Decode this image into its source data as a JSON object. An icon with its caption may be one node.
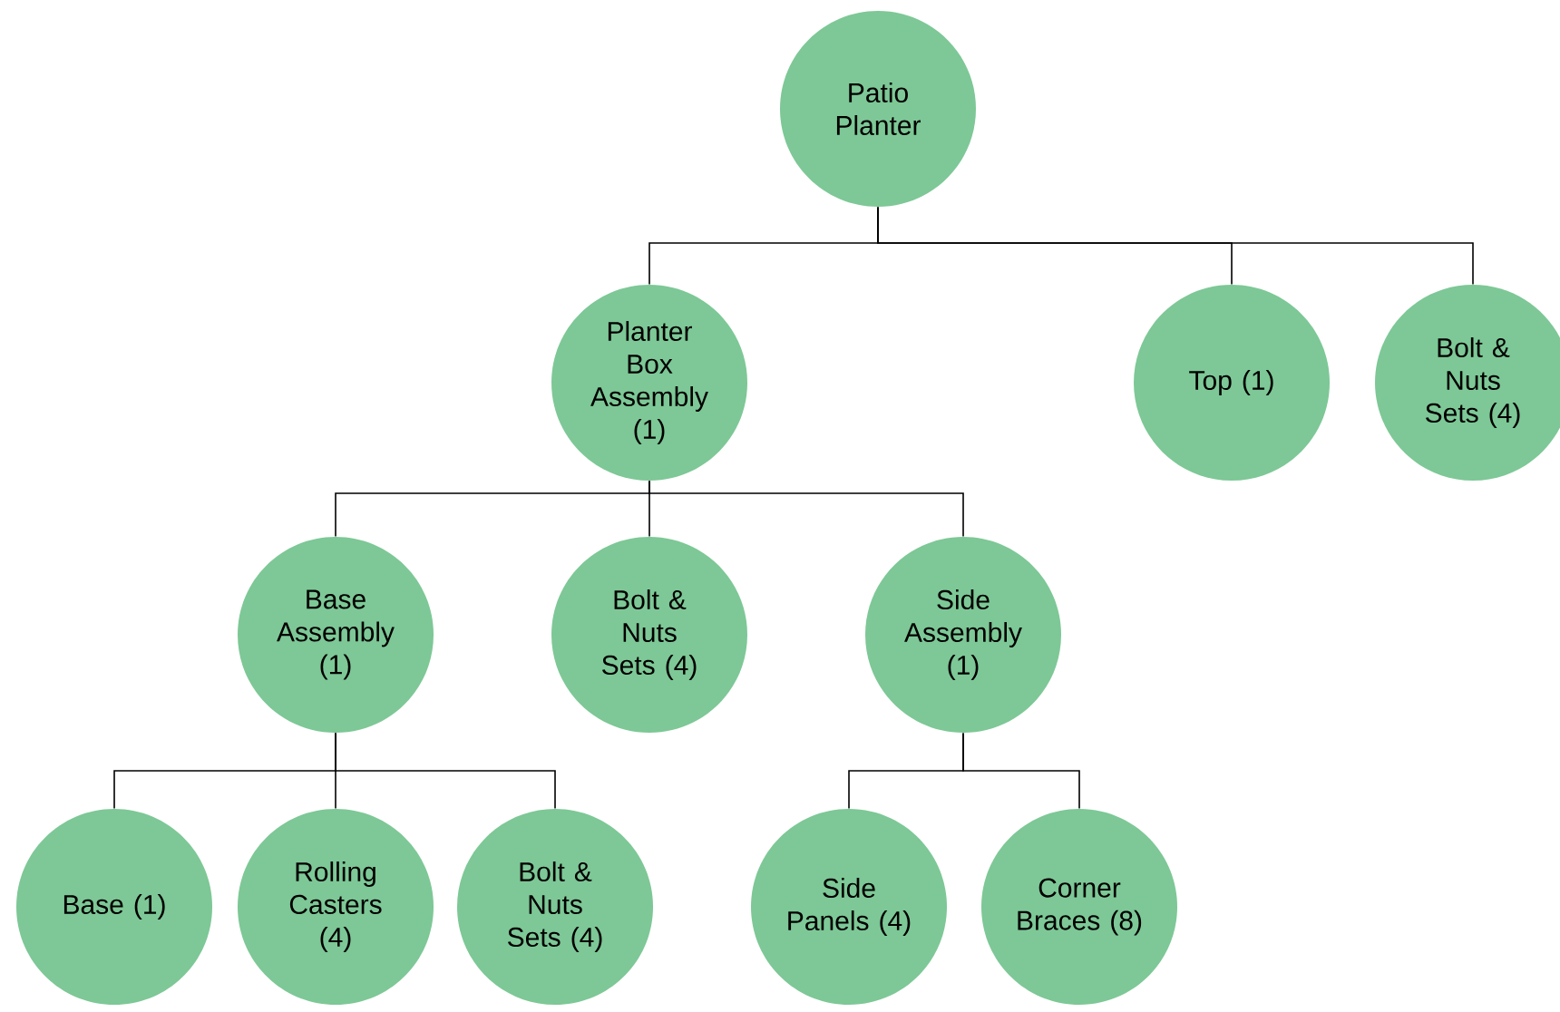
{
  "diagram": {
    "nodes": [
      {
        "text": [
          "Patio Planter"
        ]
      },
      {
        "text": [
          "Planter Box Assembly (1)"
        ]
      },
      {
        "text": [
          "Top (1)"
        ]
      },
      {
        "text": [
          "Bolt & Nuts Sets (4)"
        ]
      },
      {
        "text": [
          "Base Assembly (1)"
        ]
      },
      {
        "text": [
          "Bolt & Nuts Sets (4)"
        ]
      },
      {
        "text": [
          "Side Assembly (1)"
        ]
      },
      {
        "text": [
          "Base (1)"
        ]
      },
      {
        "text": [
          "Rolling Casters (4)"
        ]
      },
      {
        "text": [
          "Bolt & Nuts Sets (4)"
        ]
      },
      {
        "text": [
          "Side Panels (4)"
        ]
      },
      {
        "text": [
          "Corner Braces (8)"
        ]
      }
    ],
    "edges": [
      {
        "from": 0,
        "to": 1,
        "arrow": "none"
      },
      {
        "from": 0,
        "to": 2,
        "arrow": "none"
      },
      {
        "from": 0,
        "to": 3,
        "arrow": "none"
      },
      {
        "from": 1,
        "to": 4,
        "arrow": "none"
      },
      {
        "from": 1,
        "to": 5,
        "arrow": "none"
      },
      {
        "from": 1,
        "to": 6,
        "arrow": "none"
      },
      {
        "from": 4,
        "to": 7,
        "arrow": "none"
      },
      {
        "from": 4,
        "to": 8,
        "arrow": "none"
      },
      {
        "from": 4,
        "to": 9,
        "arrow": "none"
      },
      {
        "from": 6,
        "to": 10,
        "arrow": "none"
      },
      {
        "from": 6,
        "to": 11,
        "arrow": "none"
      }
    ]
  }
}
